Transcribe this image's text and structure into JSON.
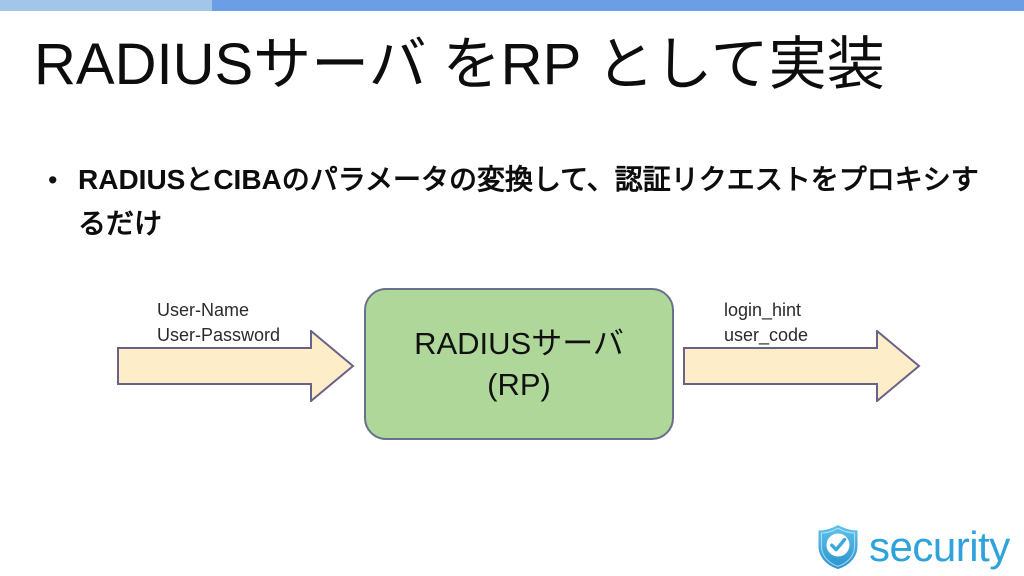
{
  "slide": {
    "title": "RADIUSサーバ をRP として実装",
    "bullets": [
      {
        "marker": "•",
        "text": "RADIUSとCIBAのパラメータの変換して、認証リクエストをプロキシするだけ"
      }
    ]
  },
  "diagram": {
    "type": "flow",
    "left_caption": {
      "line1": "User-Name",
      "line2": "User-Password"
    },
    "process_box": {
      "line1": "RADIUSサーバ",
      "line2": "(RP)",
      "fill": "#afd79a",
      "stroke": "#6a6f8e"
    },
    "right_caption": {
      "line1": "login_hint",
      "line2": "user_code"
    },
    "arrow": {
      "fill": "#fdeec9",
      "stroke": "#6a6188",
      "direction": "right"
    }
  },
  "footer": {
    "logo_icon": "shield-check-icon",
    "logo_text": "security",
    "logo_color": "#2ea2db"
  },
  "accent_bar": {
    "left_color": "#a3c6e8",
    "right_color": "#6c9ee8"
  }
}
